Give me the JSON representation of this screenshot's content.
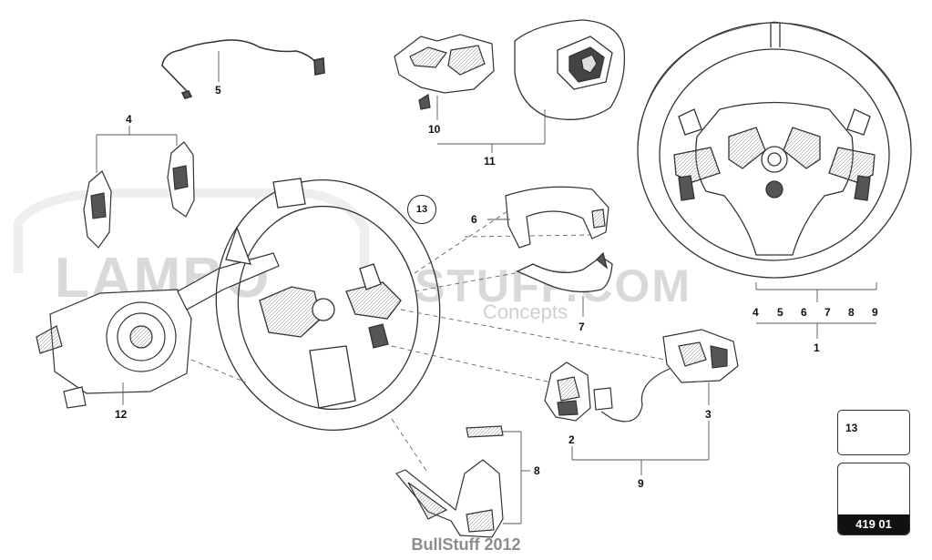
{
  "callouts": {
    "c1": "1",
    "c2": "2",
    "c3": "3",
    "c4": "4",
    "c5": "5",
    "c6": "6",
    "c7": "7",
    "c8": "8",
    "c9": "9",
    "c10": "10",
    "c11": "11",
    "c12": "12",
    "c13": "13",
    "row": [
      "4",
      "5",
      "6",
      "7",
      "8",
      "9"
    ]
  },
  "legend_box": {
    "label": "13"
  },
  "page_code": "419 01",
  "footer": "BullStuff 2012",
  "watermark": {
    "brand": "LAMBO",
    "domain": "STUFF.COM",
    "tagline": "Concepts"
  },
  "colors": {
    "line": "#333333",
    "fill_dark": "#555555",
    "watermark": "#d9d9d9",
    "badge": "#111111"
  }
}
